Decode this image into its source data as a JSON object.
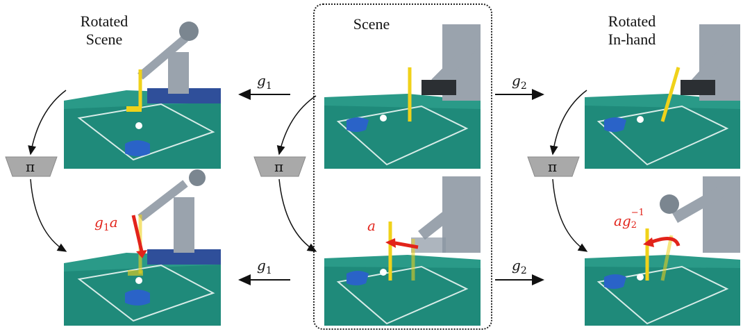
{
  "left_panel": {
    "title_line1": "Rotated",
    "title_line2": "Scene"
  },
  "center_panel": {
    "title": "Scene"
  },
  "right_panel": {
    "title_line1": "Rotated",
    "title_line2": "In-hand"
  },
  "arrows": {
    "g1_top": "g",
    "g1_top_sub": "1",
    "g1_bottom": "g",
    "g1_bottom_sub": "1",
    "g2_top": "g",
    "g2_top_sub": "2",
    "g2_bottom": "g",
    "g2_bottom_sub": "2"
  },
  "policy": {
    "symbol": "π"
  },
  "action_labels": {
    "left_g": "g",
    "left_sub": "1",
    "left_a": "a",
    "center_a": "a",
    "right_a": "a",
    "right_g": "g",
    "right_sub": "2",
    "right_sup": "−1"
  },
  "colors": {
    "mat": "#1f8a7a",
    "arm": "#9aa3ad",
    "club": "#f0d21a",
    "cup": "#2a63c8",
    "red": "#e2231a"
  }
}
